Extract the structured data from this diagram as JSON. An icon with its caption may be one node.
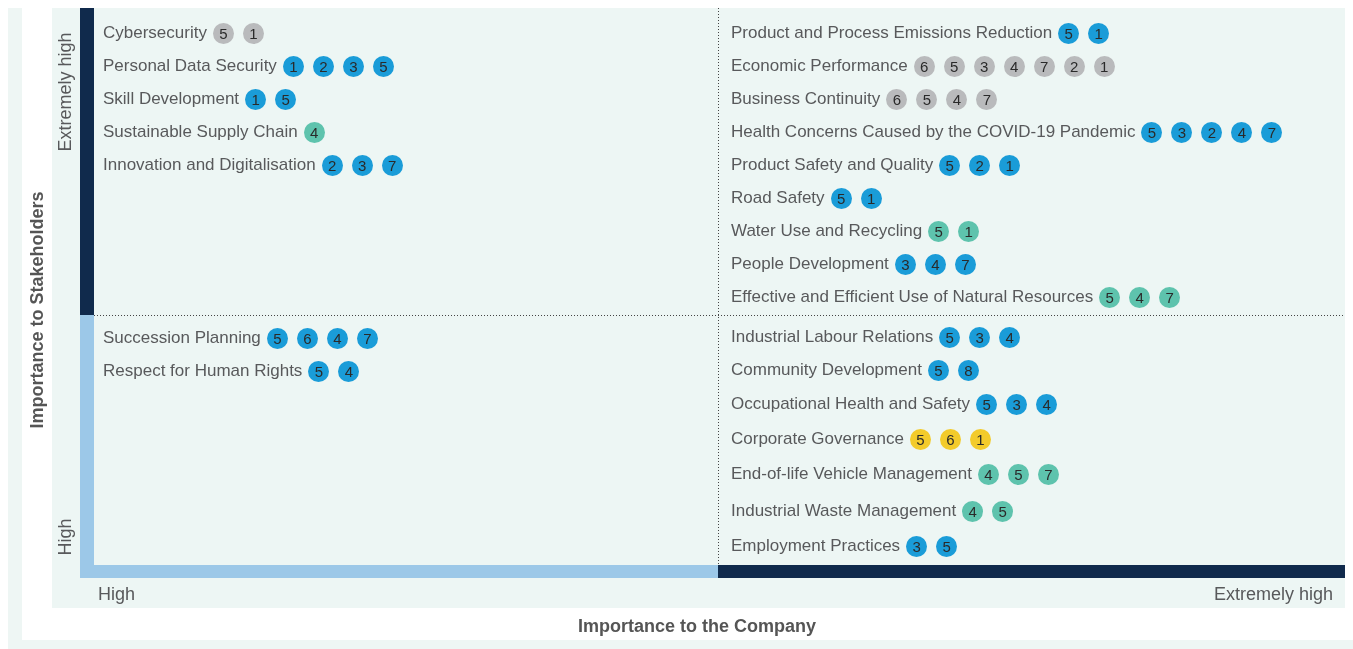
{
  "diagram": {
    "nodes": [
      {
        "text": [
          "Cybersecurity"
        ]
      },
      {
        "text": [
          "5"
        ],
        "in": 0
      },
      {
        "text": [
          "1"
        ],
        "in": 0
      },
      {
        "text": [
          "Personal Data Security"
        ]
      },
      {
        "text": [
          "1"
        ],
        "in": 3
      },
      {
        "text": [
          "2"
        ],
        "in": 3
      },
      {
        "text": [
          "3"
        ],
        "in": 3
      },
      {
        "text": [
          "5"
        ],
        "in": 3
      },
      {
        "text": [
          "Skill Development"
        ]
      },
      {
        "text": [
          "1"
        ],
        "in": 8
      },
      {
        "text": [
          "5"
        ],
        "in": 8
      },
      {
        "text": [
          "Sustainable Supply Chain"
        ]
      },
      {
        "text": [
          "4"
        ],
        "in": 11
      },
      {
        "text": [
          "Innovation and Digitalisation"
        ]
      },
      {
        "text": [
          "2"
        ],
        "in": 13
      },
      {
        "text": [
          "3"
        ],
        "in": 13
      },
      {
        "text": [
          "7"
        ],
        "in": 13
      },
      {
        "text": [
          "Product and Process Emissions Reduction"
        ]
      },
      {
        "text": [
          "5"
        ],
        "in": 17
      },
      {
        "text": [
          "1"
        ],
        "in": 17
      },
      {
        "text": [
          "Economic Performance"
        ]
      },
      {
        "text": [
          "6"
        ],
        "in": 20
      },
      {
        "text": [
          "5"
        ],
        "in": 20
      },
      {
        "text": [
          "3"
        ],
        "in": 20
      },
      {
        "text": [
          "4"
        ],
        "in": 20
      },
      {
        "text": [
          "7"
        ],
        "in": 20
      },
      {
        "text": [
          "2"
        ],
        "in": 20
      },
      {
        "text": [
          "1"
        ],
        "in": 20
      },
      {
        "text": [
          "Business Continuity"
        ]
      },
      {
        "text": [
          "6"
        ],
        "in": 28
      },
      {
        "text": [
          "5"
        ],
        "in": 28
      },
      {
        "text": [
          "4"
        ],
        "in": 28
      },
      {
        "text": [
          "7"
        ],
        "in": 28
      },
      {
        "text": [
          "Health Concerns Caused by the COVID-19 Pandemic"
        ]
      },
      {
        "text": [
          "5"
        ],
        "in": 33
      },
      {
        "text": [
          "3"
        ],
        "in": 33
      },
      {
        "text": [
          "2"
        ],
        "in": 33
      },
      {
        "text": [
          "4"
        ],
        "in": 33
      },
      {
        "text": [
          "7"
        ],
        "in": 33
      },
      {
        "text": [
          "Product Safety and Quality"
        ]
      },
      {
        "text": [
          "5"
        ],
        "in": 39
      },
      {
        "text": [
          "2"
        ],
        "in": 39
      },
      {
        "text": [
          "1"
        ],
        "in": 39
      },
      {
        "text": [
          "Road Safety"
        ]
      },
      {
        "text": [
          "5"
        ],
        "in": 43
      },
      {
        "text": [
          "1"
        ],
        "in": 43
      },
      {
        "text": [
          "Water Use and Recycling"
        ]
      },
      {
        "text": [
          "5"
        ],
        "in": 46
      },
      {
        "text": [
          "1"
        ],
        "in": 46
      },
      {
        "text": [
          "People Development"
        ]
      },
      {
        "text": [
          "3"
        ],
        "in": 49
      },
      {
        "text": [
          "4"
        ],
        "in": 49
      },
      {
        "text": [
          "7"
        ],
        "in": 49
      },
      {
        "text": [
          "Effective and Efficient Use of Natural Resources"
        ]
      },
      {
        "text": [
          "5"
        ],
        "in": 53
      },
      {
        "text": [
          "4"
        ],
        "in": 53
      },
      {
        "text": [
          "7"
        ],
        "in": 53
      },
      {
        "text": [
          "Succession Planning"
        ]
      },
      {
        "text": [
          "5"
        ],
        "in": 57
      },
      {
        "text": [
          "6"
        ],
        "in": 57
      },
      {
        "text": [
          "4"
        ],
        "in": 57
      },
      {
        "text": [
          "7"
        ],
        "in": 57
      },
      {
        "text": [
          "Respect for Human Rights"
        ]
      },
      {
        "text": [
          "5"
        ],
        "in": 62
      },
      {
        "text": [
          "4"
        ],
        "in": 62
      },
      {
        "text": [
          "Industrial Labour Relations"
        ]
      },
      {
        "text": [
          "5"
        ],
        "in": 65
      },
      {
        "text": [
          "3"
        ],
        "in": 65
      },
      {
        "text": [
          "4"
        ],
        "in": 65
      },
      {
        "text": [
          "Community Development"
        ]
      },
      {
        "text": [
          "5"
        ],
        "in": 69
      },
      {
        "text": [
          "8"
        ],
        "in": 69
      },
      {
        "text": [
          "Occupational Health and Safety"
        ]
      },
      {
        "text": [
          "5"
        ],
        "in": 72
      },
      {
        "text": [
          "3"
        ],
        "in": 72
      },
      {
        "text": [
          "4"
        ],
        "in": 72
      },
      {
        "text": [
          "Corporate Governance"
        ]
      },
      {
        "text": [
          "5"
        ],
        "in": 76
      },
      {
        "text": [
          "6"
        ],
        "in": 76
      },
      {
        "text": [
          "1"
        ],
        "in": 76
      },
      {
        "text": [
          "End-of-life Vehicle Management"
        ]
      },
      {
        "text": [
          "4"
        ],
        "in": 80
      },
      {
        "text": [
          "5"
        ],
        "in": 80
      },
      {
        "text": [
          "7"
        ],
        "in": 80
      },
      {
        "text": [
          "Industrial Waste Management"
        ]
      },
      {
        "text": [
          "4"
        ],
        "in": 84
      },
      {
        "text": [
          "5"
        ],
        "in": 84
      },
      {
        "text": [
          "Employment Practices"
        ]
      },
      {
        "text": [
          "3"
        ],
        "in": 87
      },
      {
        "text": [
          "5"
        ],
        "in": 87
      }
    ],
    "labels": [
      "Extremely high",
      "High",
      "Importance to Stakeholders",
      "High",
      "Extremely high",
      "Importance to the Company"
    ]
  }
}
